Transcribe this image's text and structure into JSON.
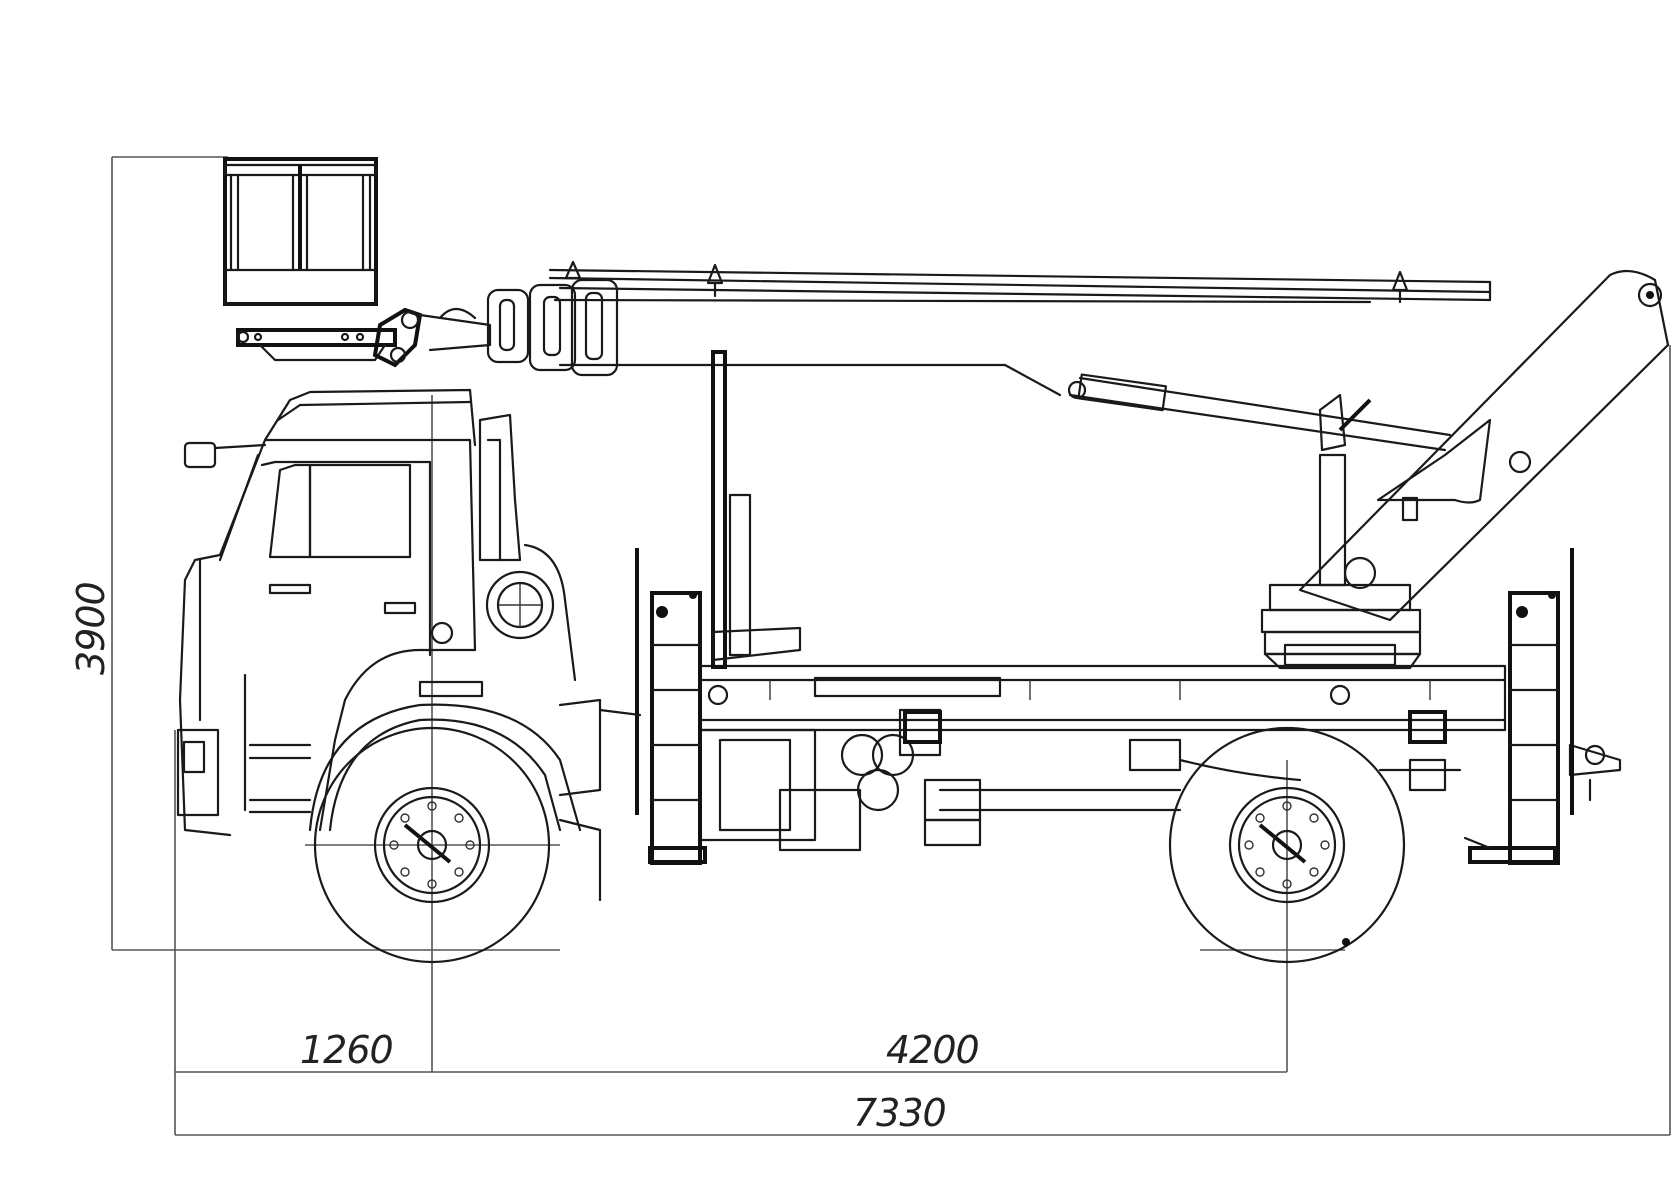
{
  "dimensions": {
    "height": "3900",
    "front_overhang": "1260",
    "wheelbase": "4200",
    "overall_length": "7330"
  }
}
